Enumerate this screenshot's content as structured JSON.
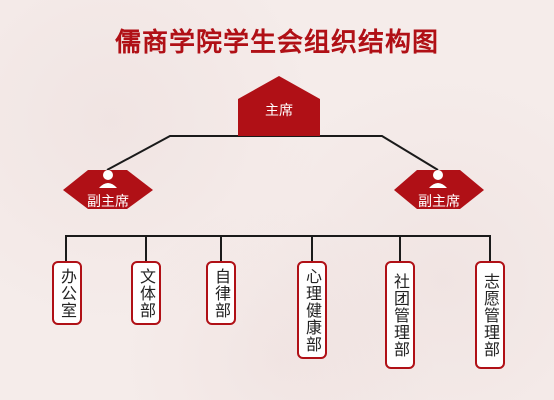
{
  "title": "儒商学院学生会组织结构图",
  "chairman": {
    "label": "主席"
  },
  "vice_chairs": [
    {
      "label": "副主席",
      "icon": "user-icon"
    },
    {
      "label": "副主席",
      "icon": "user-icon"
    }
  ],
  "departments": [
    {
      "label": "办公室"
    },
    {
      "label": "文体部"
    },
    {
      "label": "自律部"
    },
    {
      "label": "心理健康部"
    },
    {
      "label": "社团管理部"
    },
    {
      "label": "志愿管理部"
    }
  ],
  "colors": {
    "accent": "#b01016",
    "line": "#1a1a1a",
    "background": "#f5ecea"
  }
}
